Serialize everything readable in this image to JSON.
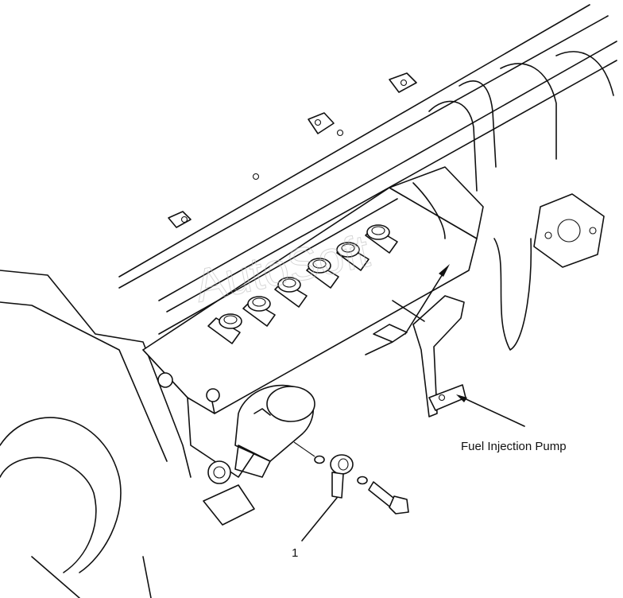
{
  "diagram": {
    "callouts": [
      {
        "id": "fuel-injection-pump",
        "label": "Fuel Injection Pump"
      },
      {
        "id": "part-1",
        "label": "1"
      }
    ],
    "watermark": "AutoSoft",
    "colors": {
      "line": "#111111",
      "background": "#ffffff"
    }
  }
}
